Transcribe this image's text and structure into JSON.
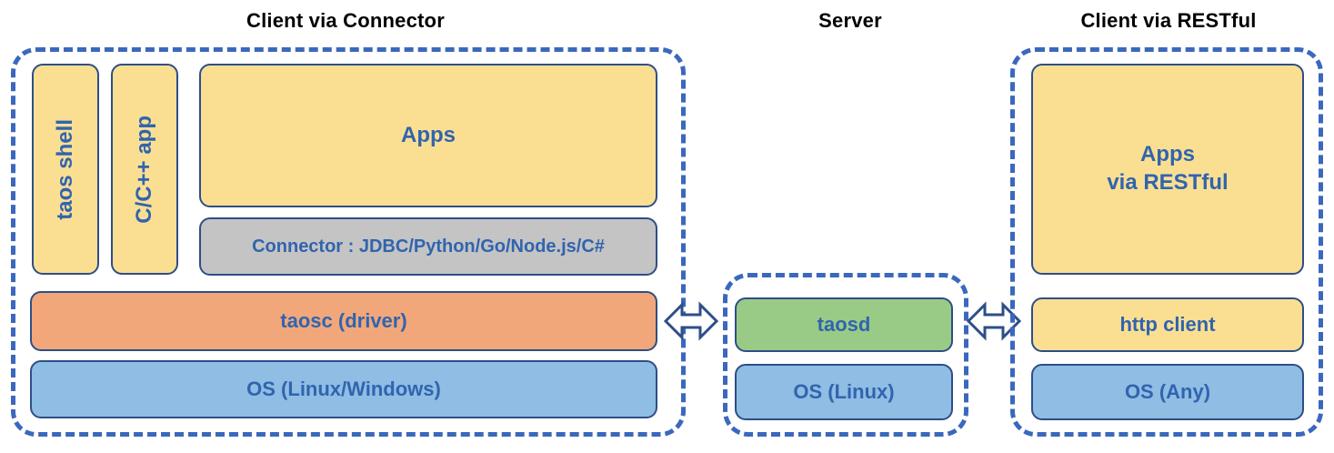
{
  "diagram": {
    "title_client_connector": "Client via Connector",
    "title_server": "Server",
    "title_client_restful": "Client via RESTful",
    "colors": {
      "dashed_border": "#3B68BE",
      "block_border": "#2E4E87",
      "text_blue": "#3164AE",
      "yellow": "#FADF93",
      "orange": "#F2A77A",
      "blue": "#8FBDE4",
      "green": "#9ACB86",
      "gray": "#C4C4C4",
      "heading": "#000000"
    }
  },
  "client_connector": {
    "taos_shell": "taos shell",
    "c_cpp_app": "C/C++ app",
    "apps": "Apps",
    "connector": "Connector : JDBC/Python/Go/Node.js/C#",
    "taosc_driver": "taosc (driver)",
    "os": "OS (Linux/Windows)"
  },
  "server": {
    "taosd": "taosd",
    "os": "OS (Linux)"
  },
  "client_restful": {
    "apps_line1": "Apps",
    "apps_line2": "via RESTful",
    "http_client": "http client",
    "os": "OS (Any)"
  },
  "arrows": {
    "left_arrow_label": "bidirectional-connection-client-to-server",
    "right_arrow_label": "bidirectional-connection-server-to-restful-client"
  }
}
